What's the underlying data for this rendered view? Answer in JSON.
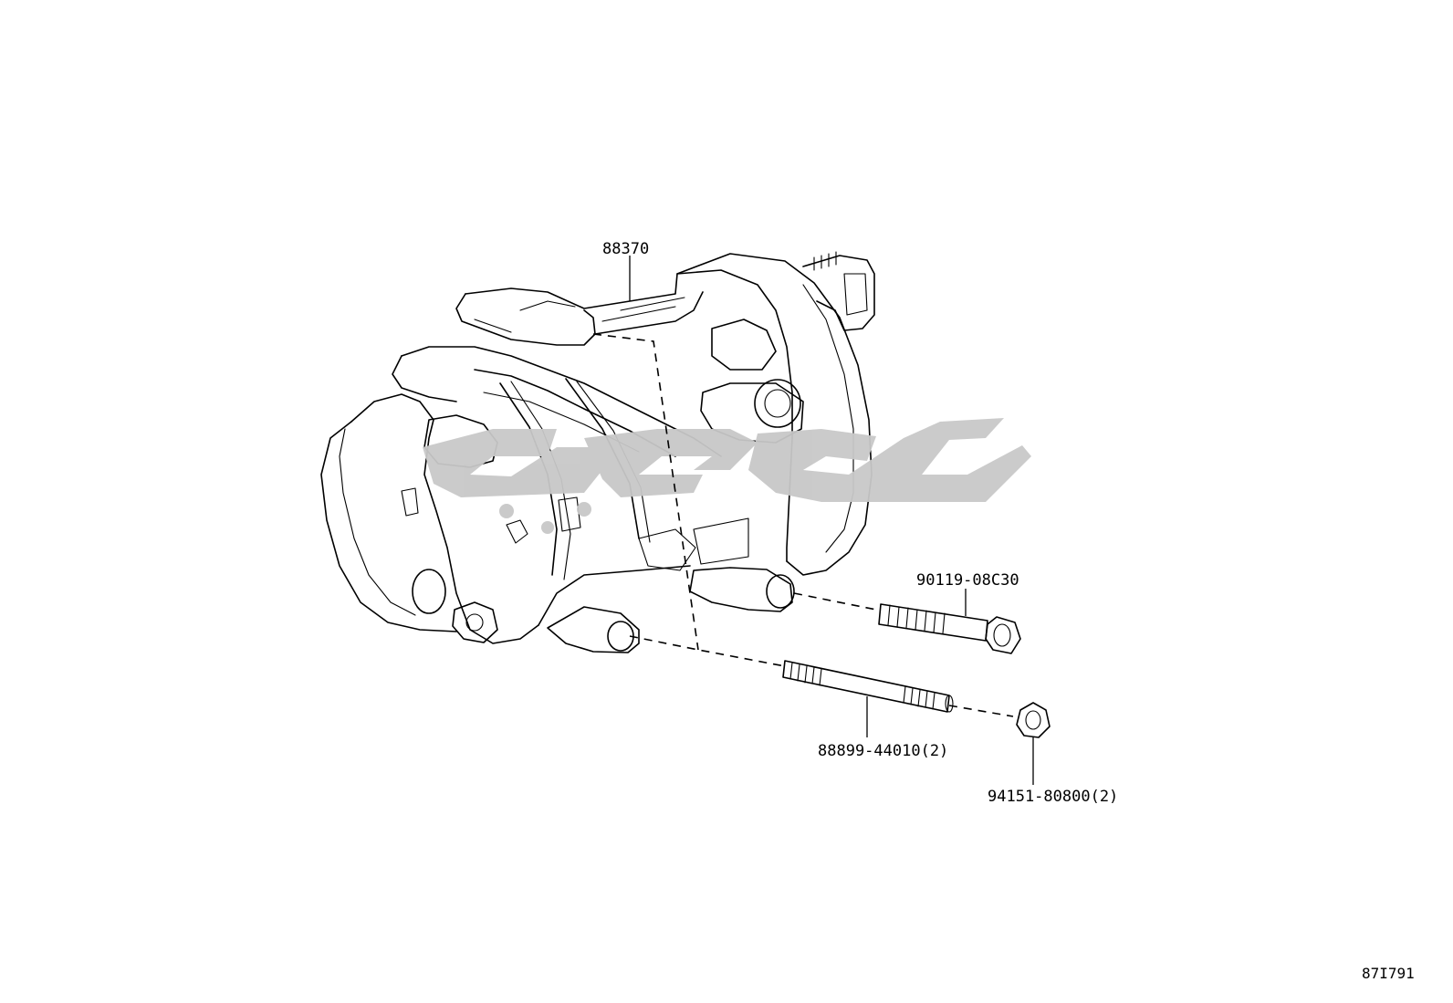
{
  "diagram": {
    "parts": {
      "compressor": "88370",
      "bolt_upper": "90119-08C30",
      "stud_bolt": "88899-44010(2)",
      "nut": "94151-80800(2)"
    },
    "figure_id": "87I791",
    "watermark_color": "#c8c8c8"
  }
}
